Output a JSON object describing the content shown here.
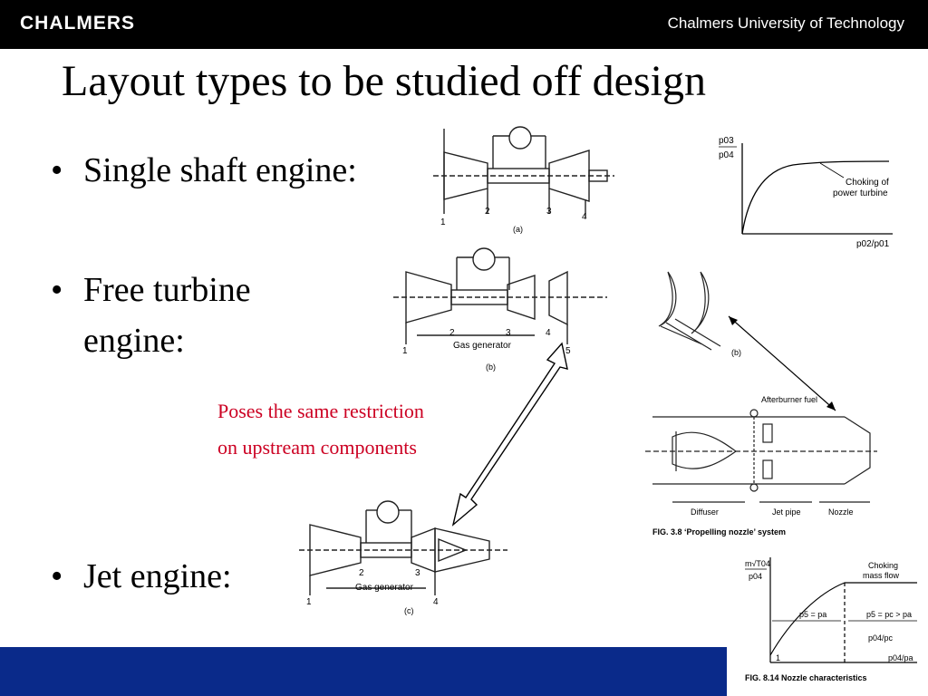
{
  "header": {
    "logo_text": "CHALMERS",
    "institution": "Chalmers University of Technology"
  },
  "title": "Layout types to be studied off design",
  "bullets": [
    {
      "label": "Single shaft engine:"
    },
    {
      "label_line1": "Free turbine",
      "label_line2": "engine:"
    },
    {
      "label": "Jet engine:"
    }
  ],
  "note": {
    "line1": "Poses the same restriction",
    "line2": "on upstream components"
  },
  "figures": {
    "fig_a": {
      "label": "(a)",
      "stations": [
        "1",
        "2",
        "3",
        "4"
      ]
    },
    "fig_b": {
      "label": "(b)",
      "caption": "Gas generator",
      "stations": [
        "1",
        "2",
        "3",
        "4",
        "5"
      ]
    },
    "fig_c": {
      "label": "(c)",
      "caption": "Gas generator",
      "stations": [
        "1",
        "2",
        "3",
        "4"
      ]
    },
    "choking_curve": {
      "y_label_top": "p03",
      "y_label_bottom": "p04",
      "x_label": "p02/p01",
      "annotation_line1": "Choking of",
      "annotation_line2": "power turbine"
    },
    "blade_fig": {
      "label": "(b)"
    },
    "nozzle_system": {
      "afterburner_label": "Afterburner fuel",
      "parts": [
        "Diffuser",
        "Jet pipe",
        "Nozzle"
      ],
      "caption": "FIG. 3.8 ‘Propelling nozzle’ system"
    },
    "nozzle_char": {
      "y_label_top": "m√T04",
      "y_label_bottom": "p04",
      "choking_line1": "Choking",
      "choking_line2": "mass flow",
      "region_left": "p5 = pa",
      "region_right": "p5 = pc > pa",
      "ratio_top": "p04/pc",
      "ratio_bottom": "p04/pa",
      "origin": "1",
      "caption": "FIG. 8.14 Nozzle characteristics"
    }
  },
  "colors": {
    "header_bg": "#000000",
    "footer_bg": "#0a2a8a",
    "note_color": "#cc0022"
  }
}
